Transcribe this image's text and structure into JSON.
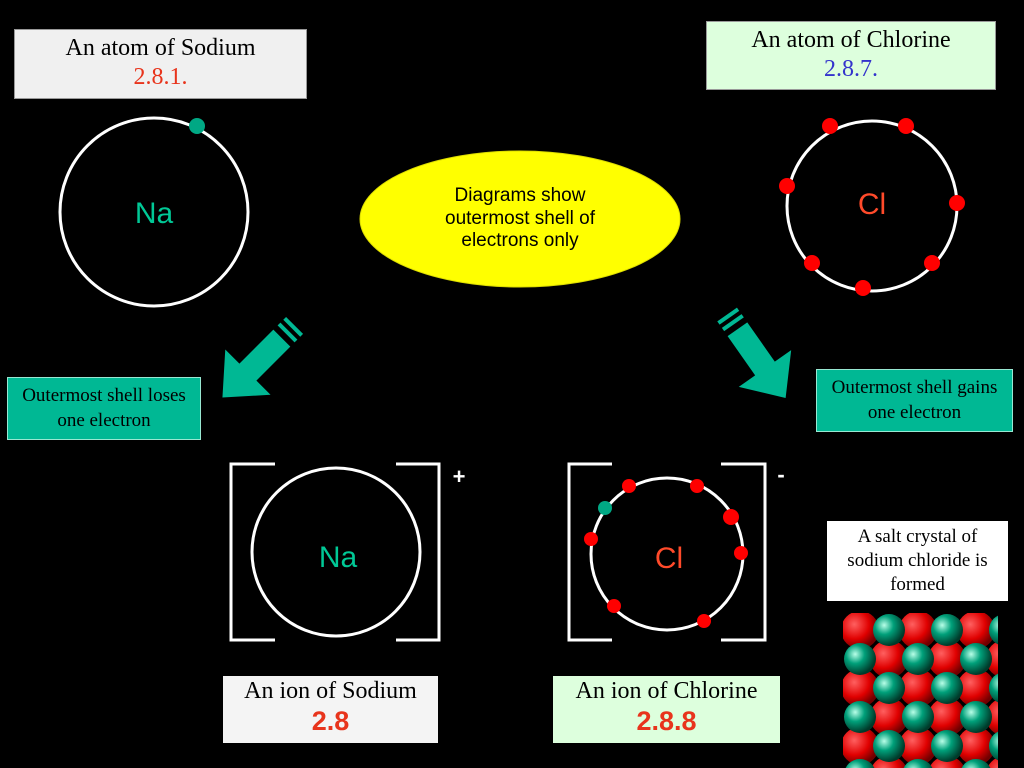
{
  "sodium_atom": {
    "title": "An atom of Sodium",
    "config": "2.8.1.",
    "symbol": "Na"
  },
  "chlorine_atom": {
    "title": "An atom of Chlorine",
    "config": "2.8.7.",
    "symbol": "Cl"
  },
  "note": "Diagrams show outermost shell of electrons only",
  "sodium_change": "Outermost shell loses one electron",
  "chlorine_change": "Outermost shell gains one electron",
  "sodium_ion": {
    "symbol": "Na",
    "charge": "+",
    "title": "An ion of Sodium",
    "config": "2.8"
  },
  "chloride_ion": {
    "symbol": "Cl",
    "charge": "-",
    "title": "An ion of Chlorine",
    "config": "2.8.8"
  },
  "salt_note": "A salt crystal of sodium chloride is formed",
  "colors": {
    "electron": "#ff0000",
    "transferred_electron": "#00a884",
    "arrow": "#00b894",
    "note_fill": "#ffff00"
  }
}
